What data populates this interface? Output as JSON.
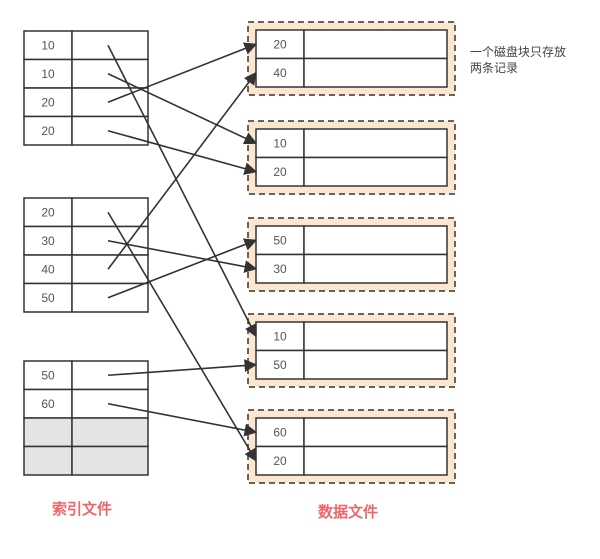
{
  "index_file": {
    "label": "索引文件",
    "groups": [
      {
        "rows": [
          {
            "key": "10"
          },
          {
            "key": "10"
          },
          {
            "key": "20"
          },
          {
            "key": "20"
          }
        ]
      },
      {
        "rows": [
          {
            "key": "20"
          },
          {
            "key": "30"
          },
          {
            "key": "40"
          },
          {
            "key": "50"
          }
        ]
      },
      {
        "rows": [
          {
            "key": "50"
          },
          {
            "key": "60"
          },
          {
            "key": "",
            "empty": true
          },
          {
            "key": "",
            "empty": true
          }
        ]
      }
    ]
  },
  "data_file": {
    "label": "数据文件",
    "blocks": [
      {
        "rows": [
          {
            "key": "20"
          },
          {
            "key": "40"
          }
        ]
      },
      {
        "rows": [
          {
            "key": "10"
          },
          {
            "key": "20"
          }
        ]
      },
      {
        "rows": [
          {
            "key": "50"
          },
          {
            "key": "30"
          }
        ]
      },
      {
        "rows": [
          {
            "key": "10"
          },
          {
            "key": "50"
          }
        ]
      },
      {
        "rows": [
          {
            "key": "60"
          },
          {
            "key": "20"
          }
        ]
      }
    ],
    "note_line1": "一个磁盘块只存放",
    "note_line2": "两条记录"
  },
  "pointers": [
    {
      "from": [
        0,
        0
      ],
      "to": [
        3,
        0
      ]
    },
    {
      "from": [
        0,
        1
      ],
      "to": [
        1,
        0
      ]
    },
    {
      "from": [
        0,
        2
      ],
      "to": [
        0,
        0
      ]
    },
    {
      "from": [
        0,
        3
      ],
      "to": [
        1,
        1
      ]
    },
    {
      "from": [
        1,
        0
      ],
      "to": [
        4,
        1
      ]
    },
    {
      "from": [
        1,
        1
      ],
      "to": [
        2,
        1
      ]
    },
    {
      "from": [
        1,
        2
      ],
      "to": [
        0,
        1
      ]
    },
    {
      "from": [
        1,
        3
      ],
      "to": [
        2,
        0
      ]
    },
    {
      "from": [
        2,
        0
      ],
      "to": [
        3,
        1
      ]
    },
    {
      "from": [
        2,
        1
      ],
      "to": [
        4,
        0
      ]
    }
  ],
  "colors": {
    "block_fill": "#fde6d0",
    "line": "#333333",
    "empty_cell": "#e4e4e4",
    "caption": "#f0656a"
  }
}
